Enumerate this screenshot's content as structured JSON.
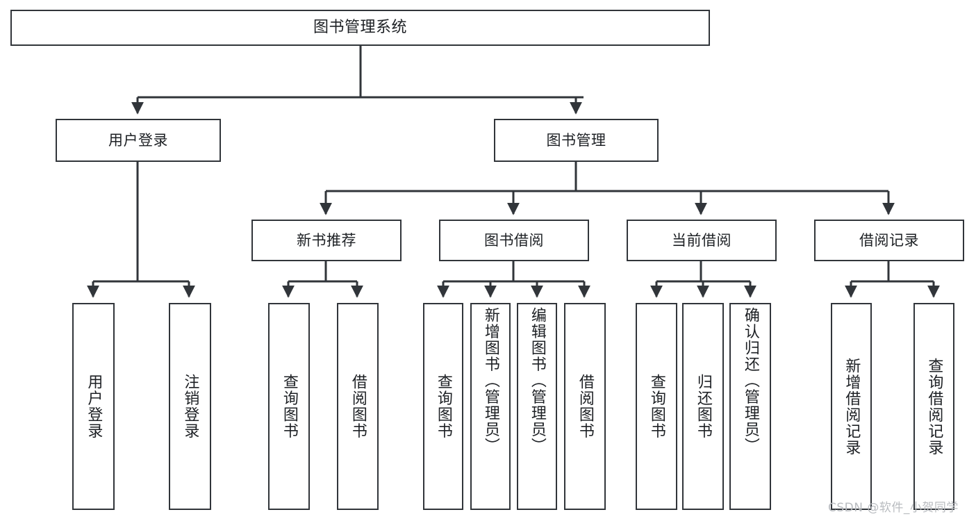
{
  "diagram": {
    "type": "tree",
    "title": "图书管理系统",
    "orientation": "top-down",
    "colors": {
      "background": "#ffffff",
      "box_fill": "#ffffff",
      "box_stroke": "#31353a",
      "connector": "#31353a",
      "text": "#1d2024",
      "watermark": "#b9bcc0"
    },
    "root": {
      "label": "图书管理系统"
    },
    "level2": [
      {
        "label": "用户登录"
      },
      {
        "label": "图书管理"
      }
    ],
    "level3": [
      {
        "label": "新书推荐"
      },
      {
        "label": "图书借阅"
      },
      {
        "label": "当前借阅"
      },
      {
        "label": "借阅记录"
      }
    ],
    "leaves": {
      "user_login": [
        {
          "label": "用户登录"
        },
        {
          "label": "注销登录"
        }
      ],
      "new_book": [
        {
          "label": "查询图书"
        },
        {
          "label": "借阅图书"
        }
      ],
      "book_borrow": [
        {
          "label": "查询图书"
        },
        {
          "label": "新增图书（管理员）"
        },
        {
          "label": "编辑图书（管理员）"
        },
        {
          "label": "借阅图书"
        }
      ],
      "current_borrow": [
        {
          "label": "查询图书"
        },
        {
          "label": "归还图书"
        },
        {
          "label": "确认归还（管理员）"
        }
      ],
      "borrow_record": [
        {
          "label": "新增借阅记录"
        },
        {
          "label": "查询借阅记录"
        }
      ]
    }
  },
  "watermark": {
    "text": "CSDN @软件_小贺同学"
  }
}
